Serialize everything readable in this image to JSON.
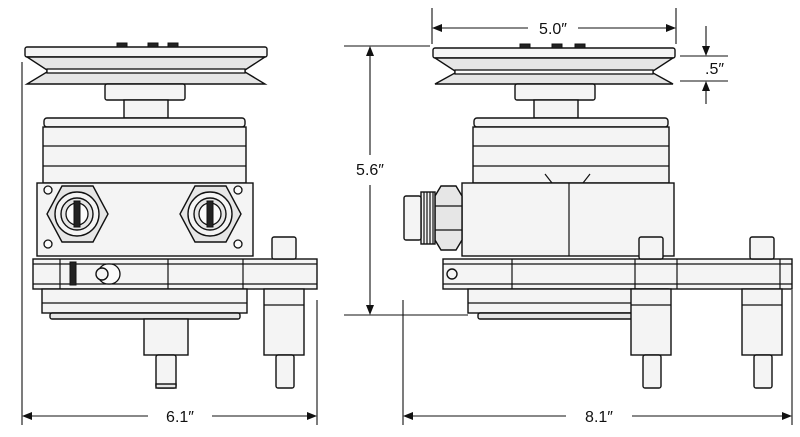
{
  "dimensions": {
    "front_width": "6.1″",
    "side_length": "8.1″",
    "height": "5.6″",
    "pulley_diameter": "5.0″",
    "pulley_width": ".5″"
  }
}
